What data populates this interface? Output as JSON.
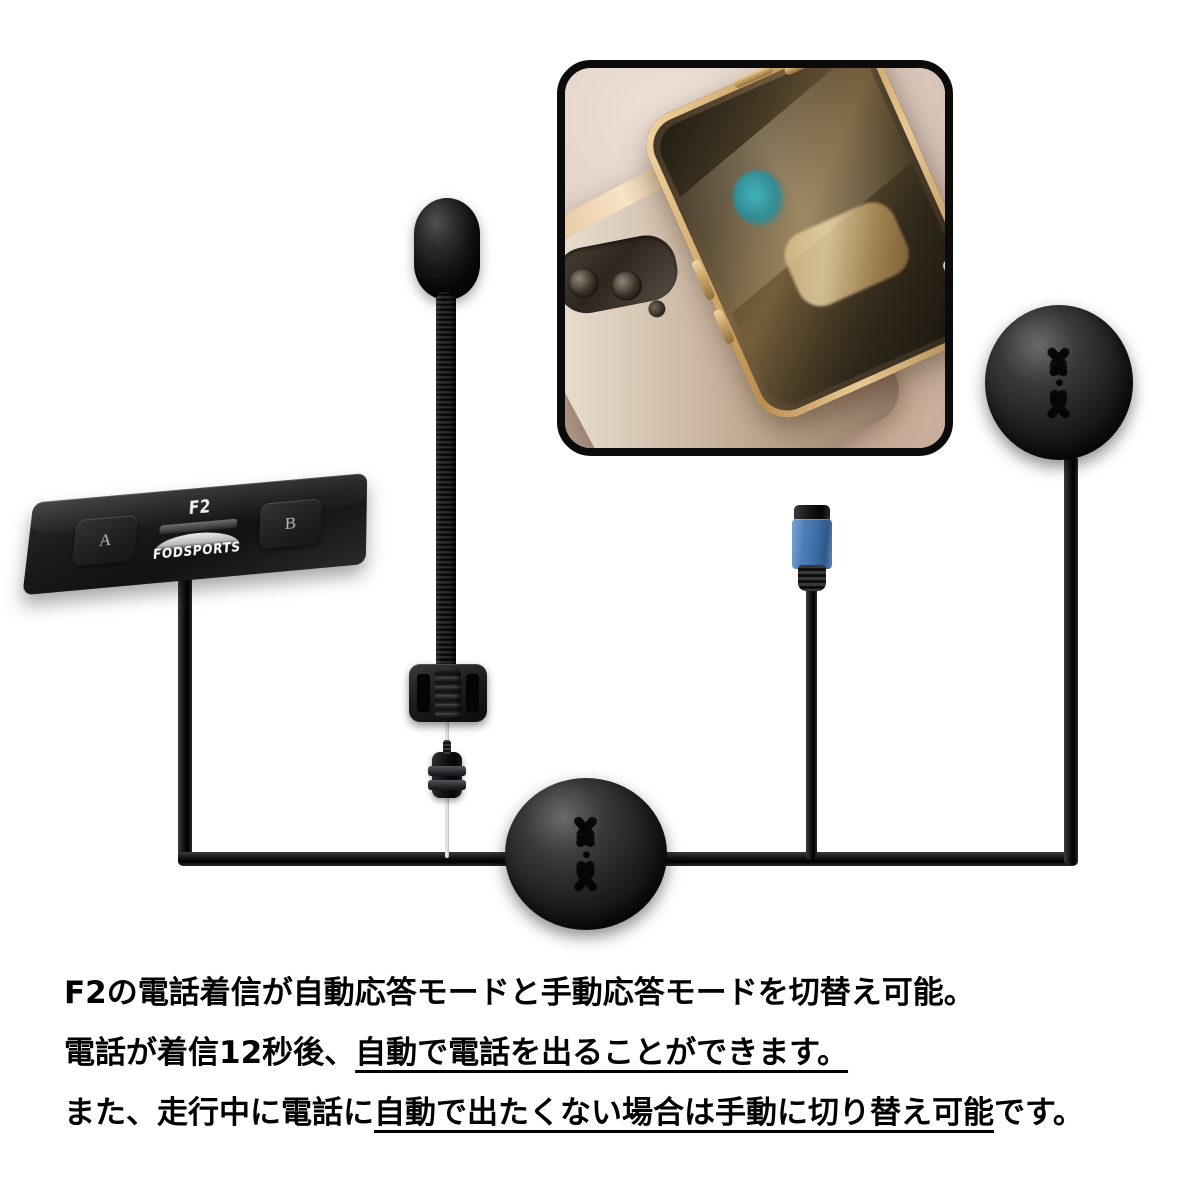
{
  "product": {
    "model_label": "F2",
    "brand_label": "FODSPORTS",
    "button_a_label": "A",
    "button_b_label": "B"
  },
  "components": {
    "control_panel": "control-panel",
    "microphone": "boom-microphone",
    "left_speaker": "speaker-left",
    "right_speaker": "speaker-right",
    "charging_connector": "usb-charging-connector",
    "phone_inset": "smartphone-photo-inset"
  },
  "colors": {
    "background": "#ffffff",
    "cable_black": "#0a0a0a",
    "panel_black": "#1b1b1d",
    "connector_blue": "#4e7db5",
    "text_black": "#000000",
    "inset_border": "#0b0b0b"
  },
  "caption": {
    "line1_text": "F2の電話着信が自動応答モードと手動応答モードを切替え可能。",
    "line2_plain": "電話が着信12秒後、",
    "line2_underlined": "自動で電話を出ることができます。",
    "line3_plain": "また、走行中に電話に",
    "line3_underlined": "自動で出たくない場合は手動に切り替え可能",
    "line3_tail": "です。"
  }
}
